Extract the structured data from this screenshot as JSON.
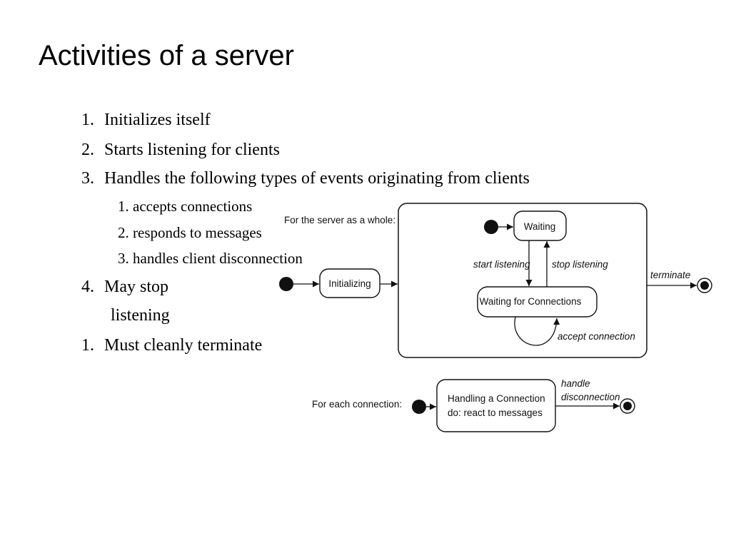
{
  "slide": {
    "title": "Activities of a server",
    "list": [
      {
        "num": "1.",
        "text": "Initializes itself"
      },
      {
        "num": "2.",
        "text": "Starts listening for clients"
      },
      {
        "num": "3.",
        "text": "Handles the following types of events originating from clients"
      }
    ],
    "sublist": [
      "1. accepts connections",
      "2. responds to messages",
      "3. handles client disconnection"
    ],
    "item4": {
      "num": "4.",
      "text": "May stop",
      "continuation": "listening"
    },
    "item5": {
      "num": "1.",
      "text": "Must cleanly terminate"
    }
  },
  "diagram": {
    "server_label": "For the server as a whole:",
    "states": {
      "initializing": "Initializing",
      "waiting": "Waiting",
      "waiting_for_connections": "Waiting for Connections",
      "handling_line1": "Handling a Connection",
      "handling_line2": "do:  react to messages"
    },
    "transitions": {
      "start_listening": "start listening",
      "stop_listening": "stop listening",
      "accept_connection": "accept connection",
      "terminate": "terminate",
      "handle_line1": "handle",
      "handle_line2": "disconnection"
    },
    "connection_label": "For each connection:"
  }
}
